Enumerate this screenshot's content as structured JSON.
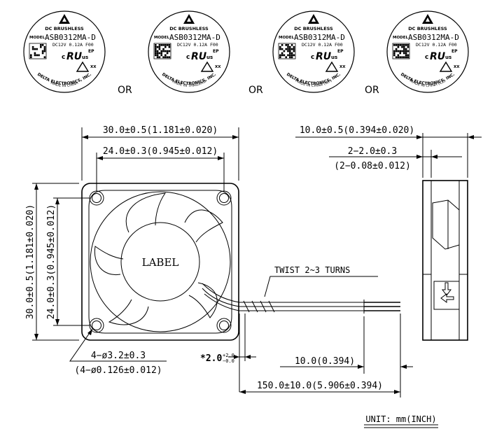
{
  "labels": [
    {
      "brand": "DC BRUSHLESS",
      "model_prefix": "MODEL",
      "model": "ASB0312MA-D",
      "rating": "DC12V  0.12A  F00",
      "ep": "EP",
      "xx": "XX",
      "maker": "DELTA ELECTRONICS, INC.",
      "origin": "MADE IN CHINA"
    },
    {
      "brand": "DC BRUSHLESS",
      "model_prefix": "MODEL",
      "model": "ASB0312MA-D",
      "rating": "DC12V  0.12A  F00",
      "ep": "EP",
      "xx": "XX",
      "maker": "DELTA ELECTRONICS, INC.",
      "origin": "MADE IN THAILAND"
    },
    {
      "brand": "DC BRUSHLESS",
      "model_prefix": "MODEL",
      "model": "ASB0312MA-D",
      "rating": "DC12V  0.12A  F00",
      "ep": "EP",
      "xx": "XX",
      "maker": "DELTA ELECTRONICS, INC.",
      "origin": "MADE IN CHINA (WF)"
    },
    {
      "brand": "DC BRUSHLESS",
      "model_prefix": "MODEL",
      "model": "ASB0312MA-D",
      "rating": "DC12V  0.12A  F00",
      "ep": "EP",
      "xx": "XX",
      "maker": "DELTA ELECTRONICS, INC.",
      "origin": "MADE IN CHINA (CZ)"
    }
  ],
  "or_text": "OR",
  "dims": {
    "overall_width": "30.0±0.5(1.181±0.020)",
    "hole_pitch": "24.0±0.3(0.945±0.012)",
    "overall_height": "30.0±0.5(1.181±0.020)",
    "hole_pitch_vertical": "24.0±0.3(0.945±0.012)",
    "thickness": "10.0±0.5(0.394±0.020)",
    "flange_mm": "2−2.0±0.3",
    "flange_inch": "(2−0.08±0.012)",
    "hole_mm": "4−ø3.2±0.3",
    "hole_inch": "(4−ø0.126±0.012)",
    "strip_base": "*2.0",
    "strip_tol_top": "+2.0",
    "strip_tol_bottom": "−0.0",
    "strip_length": "10.0(0.394)",
    "lead_length": "150.0±10.0(5.906±0.394)"
  },
  "center_label": "LABEL",
  "twist_note": "TWIST 2~3 TURNS",
  "unit_note": "UNIT:  mm(INCH)"
}
